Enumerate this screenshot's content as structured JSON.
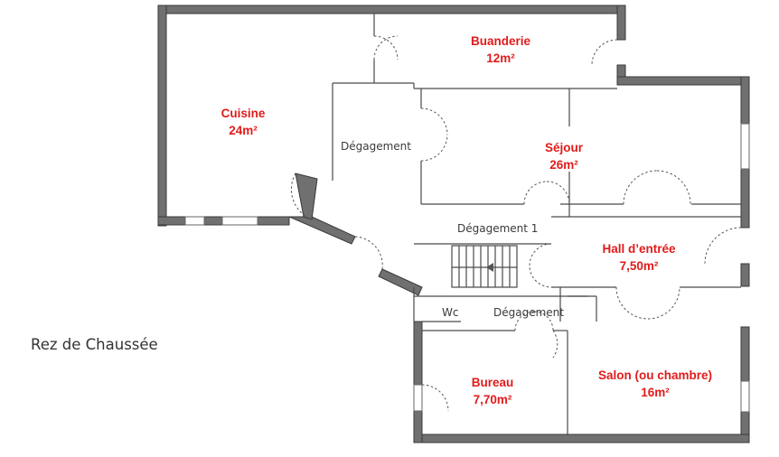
{
  "floor": {
    "title": "Rez de Chaussée"
  },
  "rooms": [
    {
      "key": "cuisine",
      "name": "Cuisine",
      "area": "24m²"
    },
    {
      "key": "buanderie",
      "name": "Buanderie",
      "area": "12m²"
    },
    {
      "key": "sejour",
      "name": "Séjour",
      "area": "26m²"
    },
    {
      "key": "hall",
      "name": "Hall d’entrée",
      "area": "7,50m²"
    },
    {
      "key": "bureau",
      "name": "Bureau",
      "area": "7,70m²"
    },
    {
      "key": "salon",
      "name": "Salon (ou chambre)",
      "area": "16m²"
    }
  ],
  "labels": {
    "degagement_1": "Dégagement",
    "degagement_2": "Dégagement 1",
    "degagement_3": "Dégagement",
    "wc": "Wc"
  },
  "colors": {
    "room_label": "#e11b1b",
    "wall": "#707070"
  }
}
